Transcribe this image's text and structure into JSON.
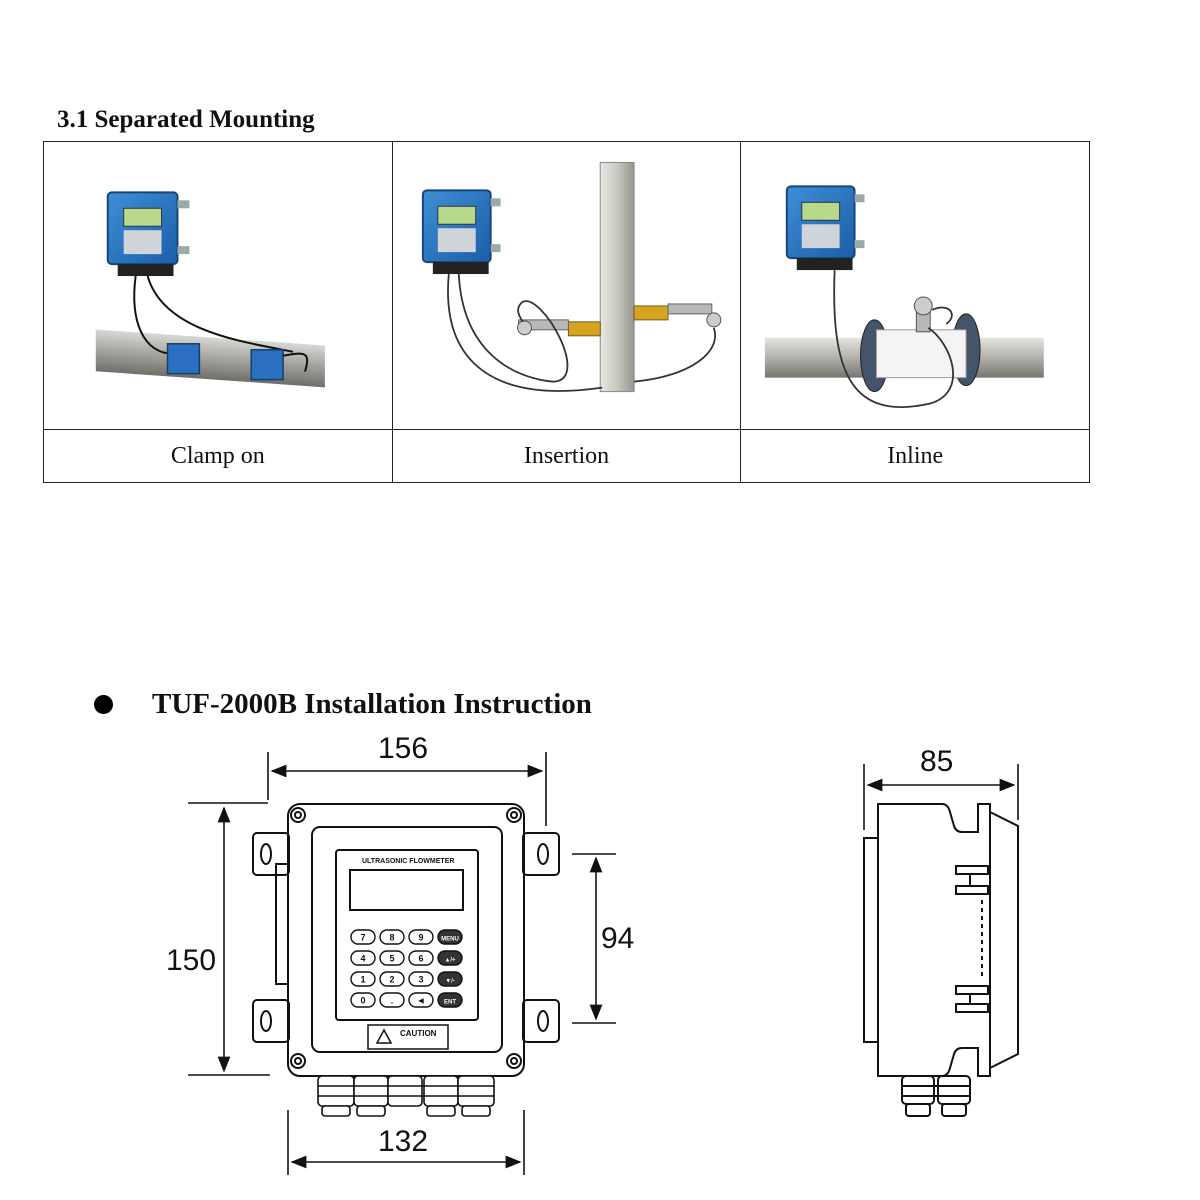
{
  "section": {
    "title": "3.1 Separated Mounting"
  },
  "mounting_options": [
    {
      "label": "Clamp on"
    },
    {
      "label": "Insertion"
    },
    {
      "label": "Inline"
    }
  ],
  "installation": {
    "title": "TUF-2000B Installation Instruction",
    "front_view": {
      "panel_title": "ULTRASONIC FLOWMETER",
      "caution_label": "CAUTION",
      "keypad_keys": [
        "7",
        "8",
        "9",
        "MENU",
        "4",
        "5",
        "6",
        "▲/+",
        "1",
        "2",
        "3",
        "▼/-",
        "0",
        ".",
        "◄",
        "ENT"
      ]
    },
    "dimensions": {
      "width_top": "156",
      "height_left": "150",
      "keypad_height": "94",
      "width_bottom": "132",
      "depth": "85"
    }
  }
}
